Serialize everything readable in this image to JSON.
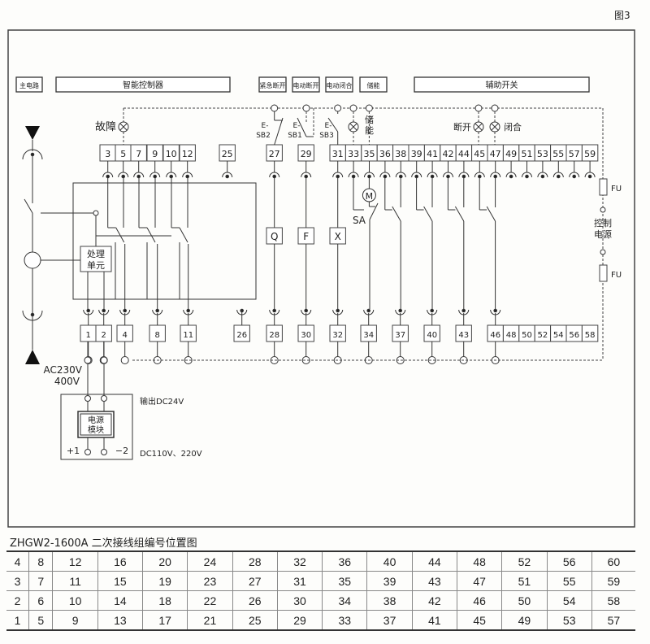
{
  "figure_label": "图3",
  "headers": [
    "主电路",
    "智能控制器",
    "紧急断开",
    "电动断开",
    "电动闭合",
    "储能",
    "辅助开关"
  ],
  "top_terminals": [
    "3",
    "5",
    "7",
    "9",
    "10",
    "12",
    "25",
    "27",
    "29",
    "31",
    "33",
    "35",
    "36",
    "38",
    "39",
    "41",
    "42",
    "44",
    "45",
    "47",
    "49",
    "51",
    "53",
    "55",
    "57",
    "59"
  ],
  "bottom_terminals": [
    "1",
    "2",
    "4",
    "8",
    "11",
    "26",
    "28",
    "30",
    "32",
    "34",
    "37",
    "40",
    "43",
    "46",
    "48",
    "50",
    "52",
    "54",
    "56",
    "58"
  ],
  "labels": {
    "fault_lamp": "故障",
    "storage_lamp": "储能",
    "open_lamp": "断开",
    "close_lamp": "闭合",
    "sb2": "SB2",
    "sb1": "SB1",
    "sb3": "SB3",
    "e": "E",
    "q": "Q",
    "f": "F",
    "x": "X",
    "motor": "M",
    "sa": "SA",
    "fu": "FU",
    "control_power": [
      "控制",
      "电源"
    ],
    "processing_unit": [
      "处理",
      "单元"
    ],
    "power_module": [
      "电源",
      "模块"
    ],
    "ac_voltage": [
      "AC230V",
      "400V"
    ],
    "output_dc": "输出DC24V",
    "dc_input": "DC110V、220V",
    "plus1": "+1",
    "minus2": "−2"
  },
  "table_title": "ZHGW2-1600A 二次接线组编号位置图",
  "table": [
    [
      "4",
      "8",
      "12",
      "16",
      "20",
      "24",
      "28",
      "32",
      "36",
      "40",
      "44",
      "48",
      "52",
      "56",
      "60"
    ],
    [
      "3",
      "7",
      "11",
      "15",
      "19",
      "23",
      "27",
      "31",
      "35",
      "39",
      "43",
      "47",
      "51",
      "55",
      "59"
    ],
    [
      "2",
      "6",
      "10",
      "14",
      "18",
      "22",
      "26",
      "30",
      "34",
      "38",
      "42",
      "46",
      "50",
      "54",
      "58"
    ],
    [
      "1",
      "5",
      "9",
      "13",
      "17",
      "21",
      "25",
      "29",
      "33",
      "37",
      "41",
      "45",
      "49",
      "53",
      "57"
    ]
  ]
}
